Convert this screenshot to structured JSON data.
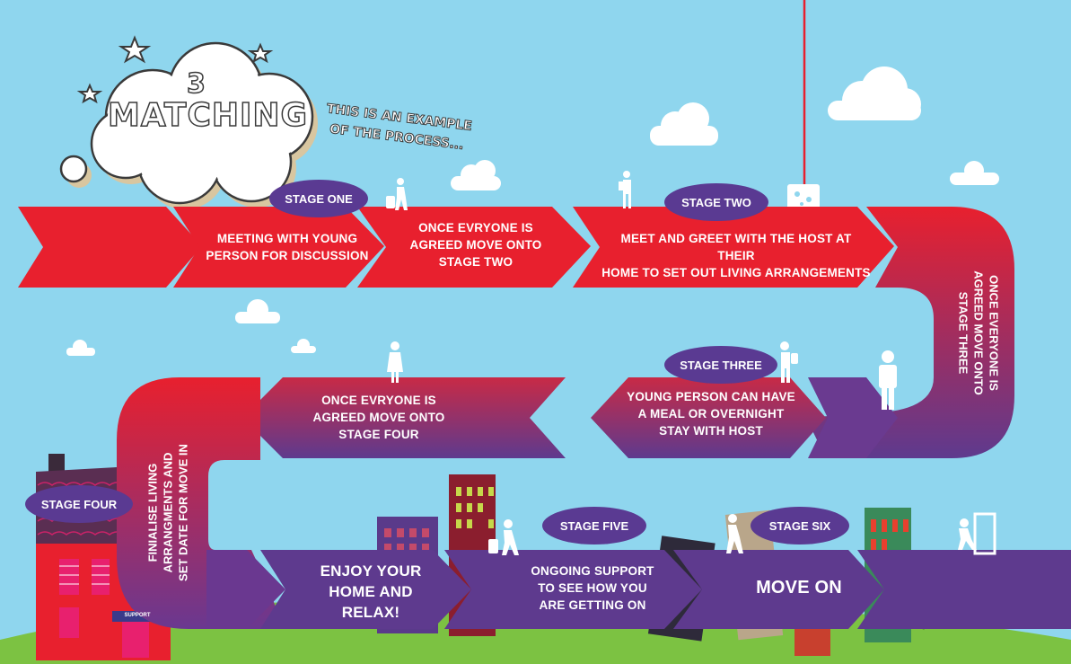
{
  "header": {
    "number": "3",
    "title": "MATCHING",
    "subtitle_line1": "THIS IS AN EXAMPLE",
    "subtitle_line2": "OF THE PROCESS..."
  },
  "stages": {
    "one": "STAGE ONE",
    "two": "STAGE TWO",
    "three": "STAGE THREE",
    "four": "STAGE FOUR",
    "five": "STAGE FIVE",
    "six": "STAGE SIX"
  },
  "steps": {
    "meeting": [
      "MEETING WITH YOUNG",
      "PERSON FOR DISCUSSION"
    ],
    "agreed_two": [
      "ONCE EVRYONE IS",
      "AGREED MOVE ONTO",
      "STAGE TWO"
    ],
    "meet_greet": [
      "MEET AND GREET WITH THE HOST AT THEIR",
      "HOME TO SET OUT LIVING ARRANGEMENTS"
    ],
    "agreed_three": [
      "ONCE EVERYONE IS",
      "AGREED MOVE ONTO",
      "STAGE THREE"
    ],
    "meal": [
      "YOUNG PERSON CAN HAVE",
      "A MEAL OR OVERNIGHT",
      "STAY WITH HOST"
    ],
    "agreed_four": [
      "ONCE EVRYONE IS",
      "AGREED MOVE ONTO",
      "STAGE FOUR"
    ],
    "finalise": [
      "FINIALISE LIVING",
      "ARRANGMENTS AND",
      "SET DATE FOR MOVE IN"
    ],
    "enjoy": [
      "ENJOY YOUR",
      "HOME AND",
      "RELAX!"
    ],
    "support": [
      "ONGOING SUPPORT",
      "TO SEE HOW YOU",
      "ARE GETTING ON"
    ],
    "move_on": "MOVE ON"
  },
  "building_sign": "SUPPORT",
  "colors": {
    "sky": "#8fd6ee",
    "red": "#e8202e",
    "purple": "#5e3a8e",
    "pill": "#5a3a92",
    "grass": "#7cc242"
  }
}
